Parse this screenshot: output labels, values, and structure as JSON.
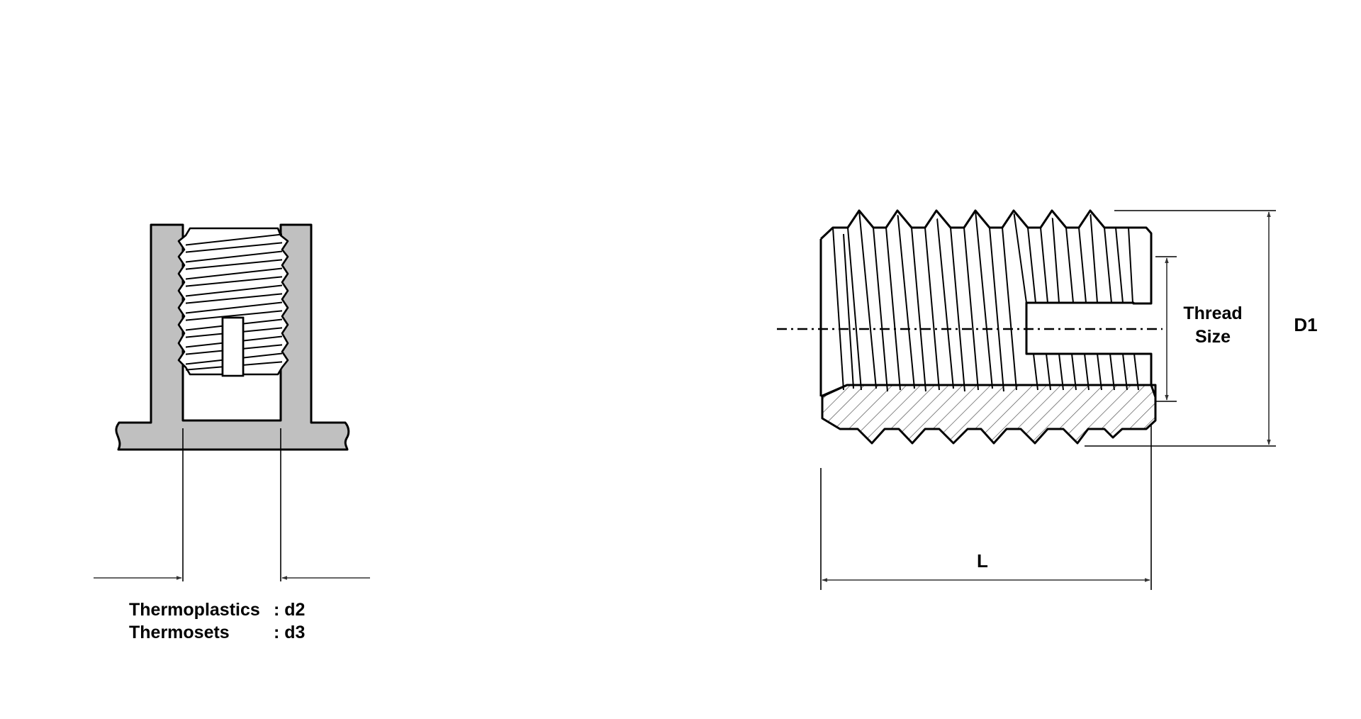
{
  "colors": {
    "background": "#ffffff",
    "part_fill": "#c0c0c0",
    "line": "#000000",
    "dimension": "#333333",
    "hatch": "#555555"
  },
  "left_view": {
    "label_thermoplastics": "Thermoplastics",
    "label_thermosets": "Thermosets",
    "value_thermoplastics": ": d2",
    "value_thermosets": ": d3"
  },
  "right_view": {
    "label_thread_line1": "Thread",
    "label_thread_line2": "Size",
    "label_d1": "D1",
    "label_l": "L"
  }
}
